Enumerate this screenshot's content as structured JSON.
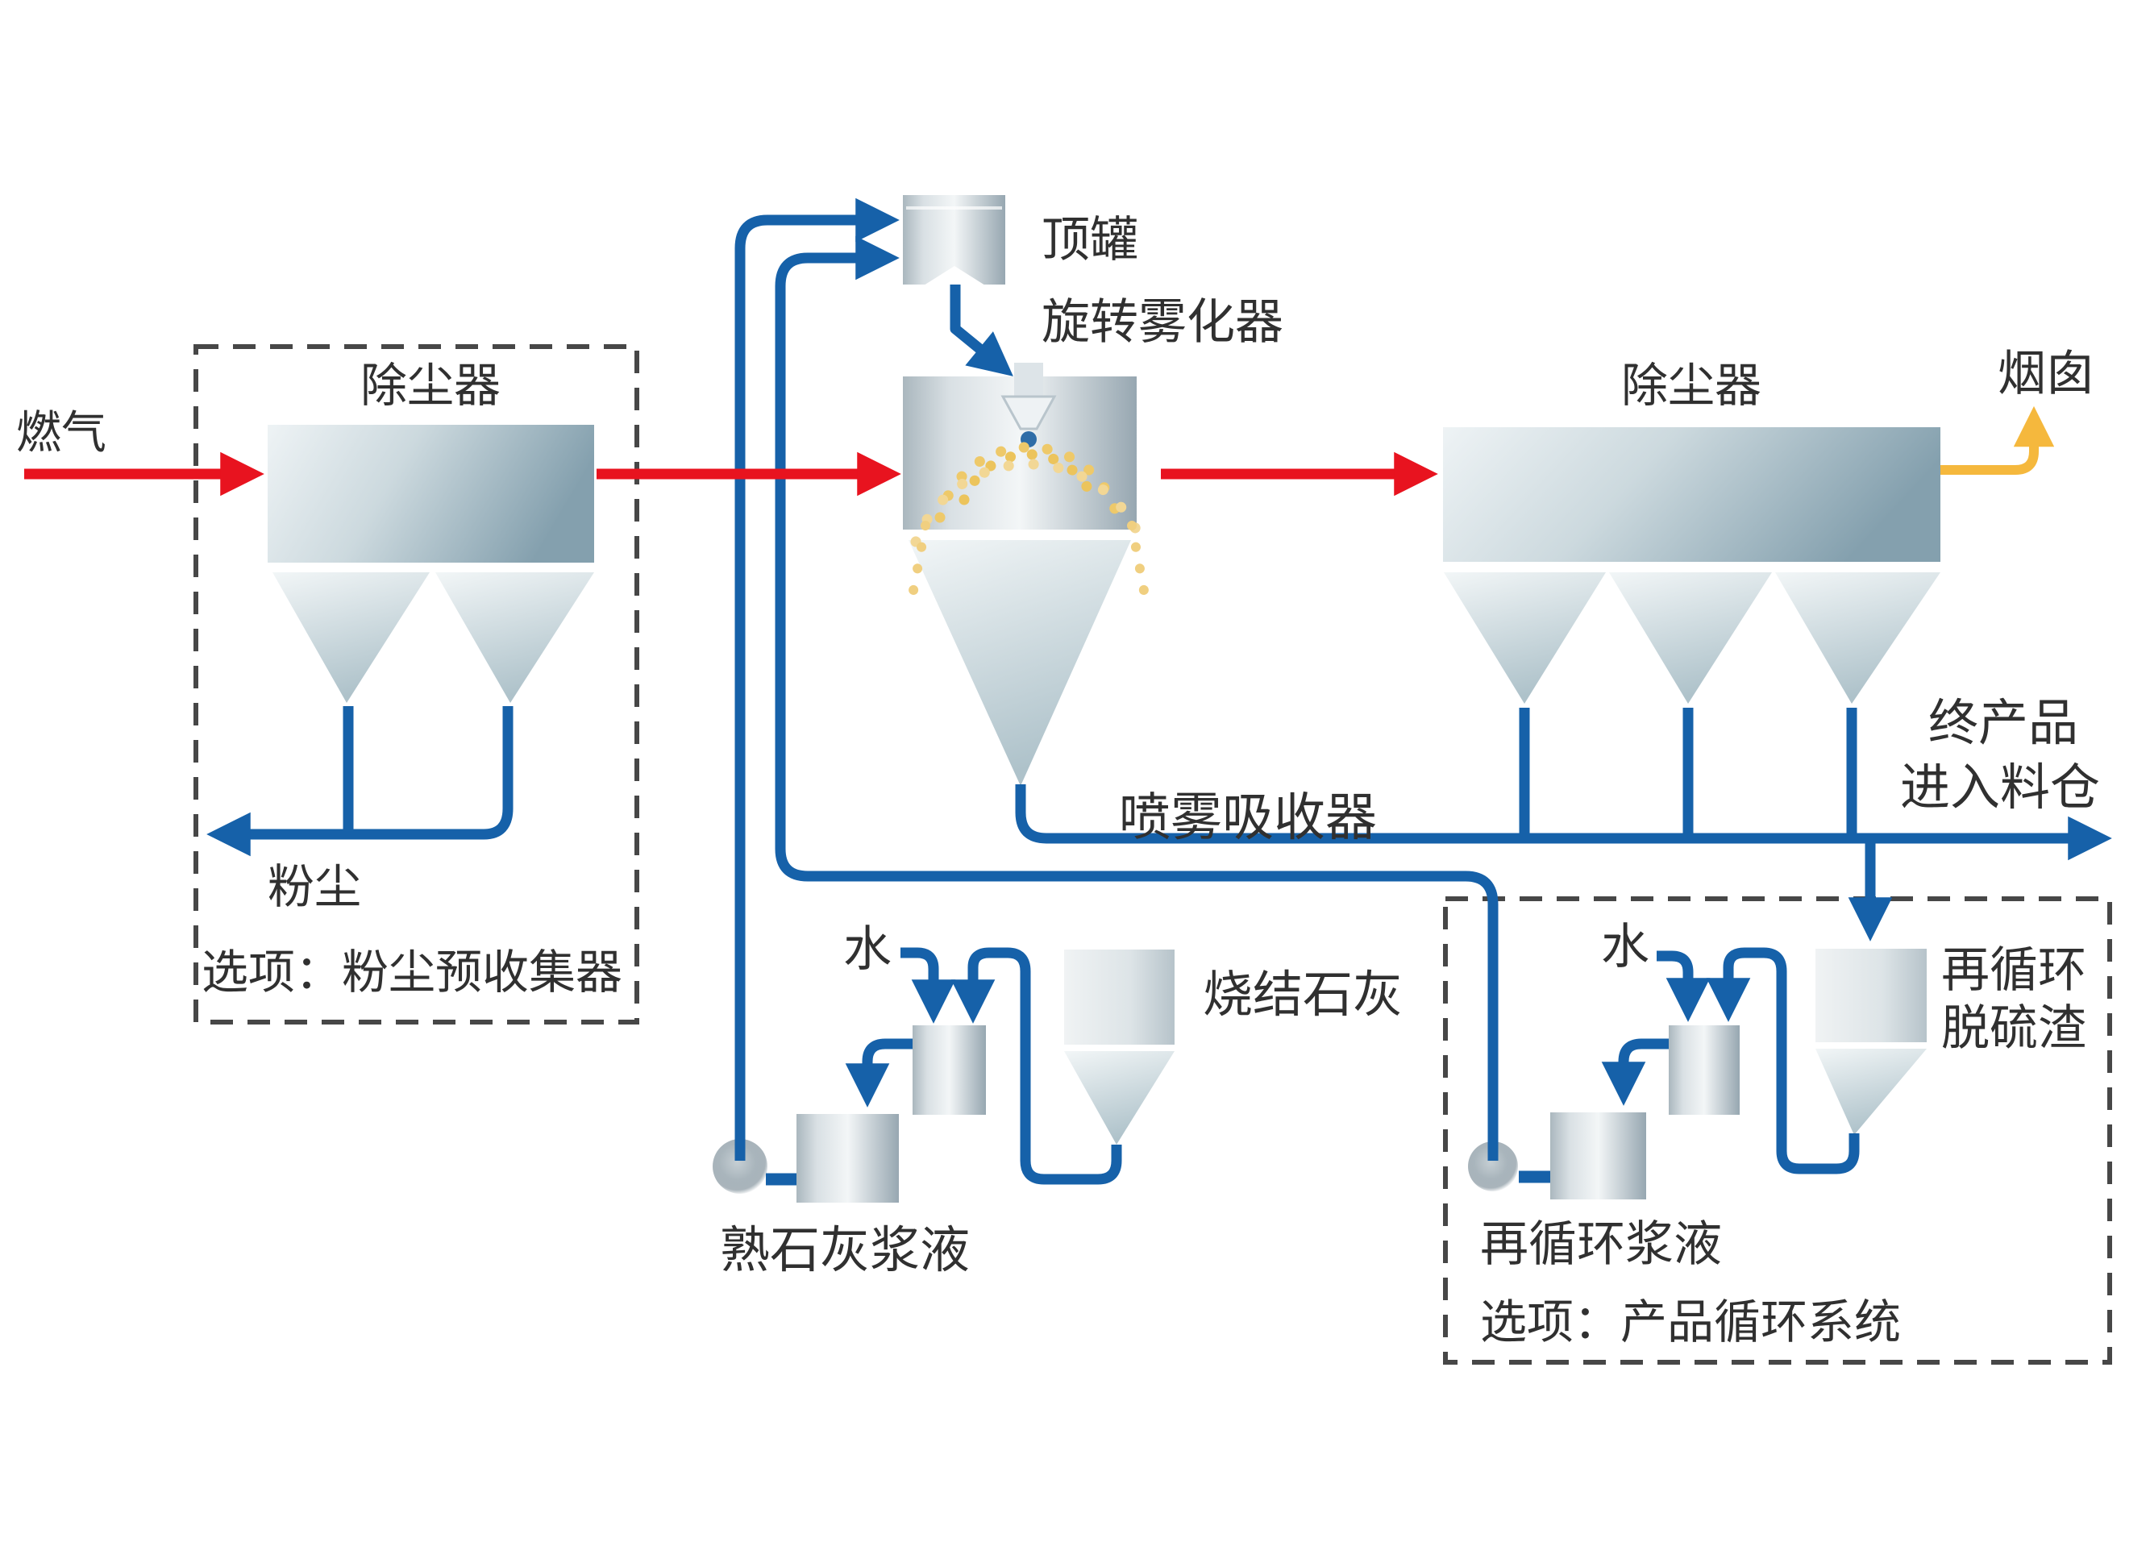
{
  "colors": {
    "pipe_blue": "#1661a9",
    "gas_red": "#e8131f",
    "clean_gas_yellow": "#f5b83d",
    "spray_yellow": "#ecc45c",
    "spray_yellow_light": "#f2d795",
    "dashed_box": "#474747",
    "text": "#303030"
  },
  "labels": {
    "fuel_gas": "燃气",
    "dust_collector_left": "除尘器",
    "dust_collector_right": "除尘器",
    "dust": "粉尘",
    "option_dust_precollector": "选项：粉尘预收集器",
    "head_tank": "顶罐",
    "rotary_atomizer": "旋转雾化器",
    "spray_absorber": "喷雾吸收器",
    "stack": "烟囱",
    "final_product_line1": "终产品",
    "final_product_line2": "进入料仓",
    "water_left": "水",
    "water_right": "水",
    "burnt_lime": "烧结石灰",
    "slaked_lime_slurry": "熟石灰浆液",
    "recycle_line1": "再循环",
    "recycle_line2": "脱硫渣",
    "recycle_slurry": "再循环浆液",
    "option_product_recycle": "选项：产品循环系统"
  }
}
